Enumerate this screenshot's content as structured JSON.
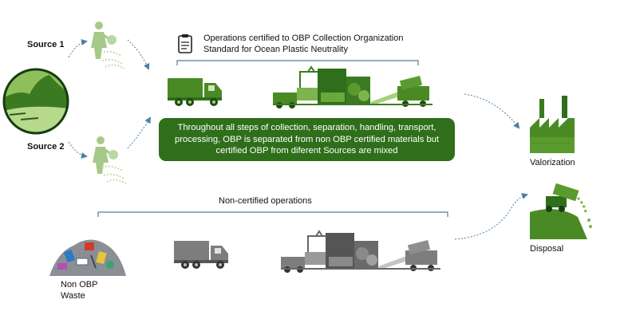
{
  "sources": {
    "source1": "Source 1",
    "source2": "Source 2"
  },
  "certified": {
    "line1": "Operations certified to OBP Collection Organization",
    "line2": "Standard for Ocean Plastic Neutrality",
    "description": "Throughout all steps of collection, separation, handling, transport, processing, OBP is separated from non OBP certified materials but certified OBP from diferent Sources are mixed"
  },
  "noncertified": {
    "title": "Non-certified operations",
    "waste_line1": "Non OBP",
    "waste_line2": "Waste"
  },
  "outcomes": {
    "valorization": "Valorization",
    "disposal": "Disposal"
  },
  "icons": [
    "earth-ocean-icon",
    "person-collecting-icon",
    "clipboard-icon",
    "truck-icon",
    "processing-plant-icon",
    "factory-icon",
    "dump-truck-icon",
    "waste-pile-icon"
  ],
  "colors": {
    "green_dark": "#2f6e1a",
    "green_mid": "#5a9a2e",
    "green_light": "#a9cf7c",
    "grey": "#7d7d7d",
    "arrow_blue": "#4a7fa8"
  }
}
